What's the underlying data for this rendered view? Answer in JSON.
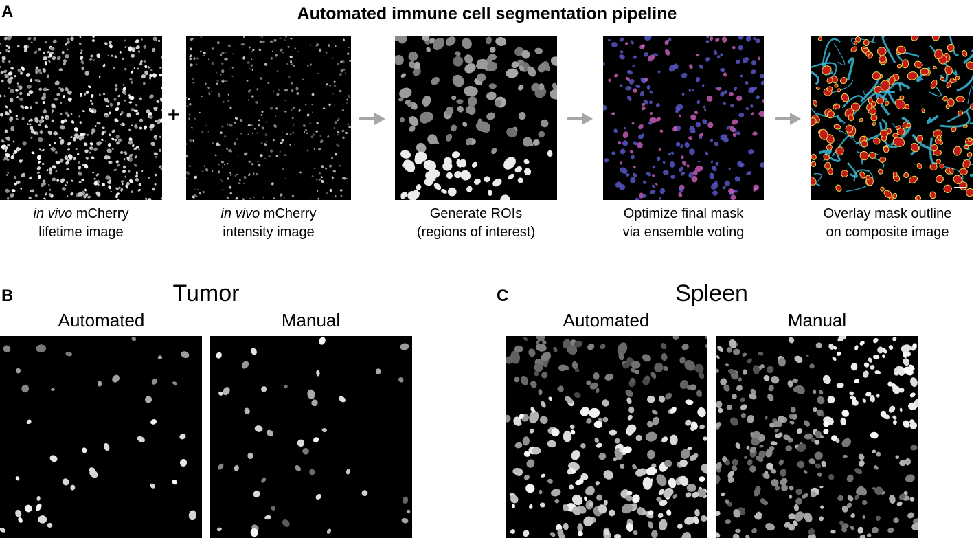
{
  "panels": {
    "a": {
      "letter": "A",
      "title": "Automated immune cell segmentation pipeline",
      "plus": "+",
      "steps": [
        {
          "caption_italic": "in vivo",
          "caption_line1_rest": " mCherry",
          "caption_line2": "lifetime image",
          "image": "lifetime-image"
        },
        {
          "caption_italic": "in vivo",
          "caption_line1_rest": " mCherry",
          "caption_line2": "intensity image",
          "image": "intensity-image"
        },
        {
          "caption_line1": "Generate ROIs",
          "caption_line2": "(regions of interest)",
          "image": "roi-image"
        },
        {
          "caption_line1": "Optimize final mask",
          "caption_line2": "via ensemble voting",
          "image": "ensemble-mask-image"
        },
        {
          "caption_line1": "Overlay mask outline",
          "caption_line2": "on composite image",
          "image": "overlay-composite-image"
        }
      ],
      "arrow_icon": "right-arrow-icon"
    },
    "b": {
      "letter": "B",
      "title": "Tumor",
      "automated_label": "Automated",
      "manual_label": "Manual"
    },
    "c": {
      "letter": "C",
      "title": "Spleen",
      "automated_label": "Automated",
      "manual_label": "Manual"
    }
  },
  "colors": {
    "arrow": "#a6a6a6",
    "background": "#ffffff",
    "image_bg": "#000000",
    "overlay_cell": "#c41a1a",
    "overlay_outline": "#e8e04a",
    "overlay_tissue": "#3ab8d8",
    "ensemble_pink": "#d060c0",
    "ensemble_blue": "#5a5ad0"
  }
}
